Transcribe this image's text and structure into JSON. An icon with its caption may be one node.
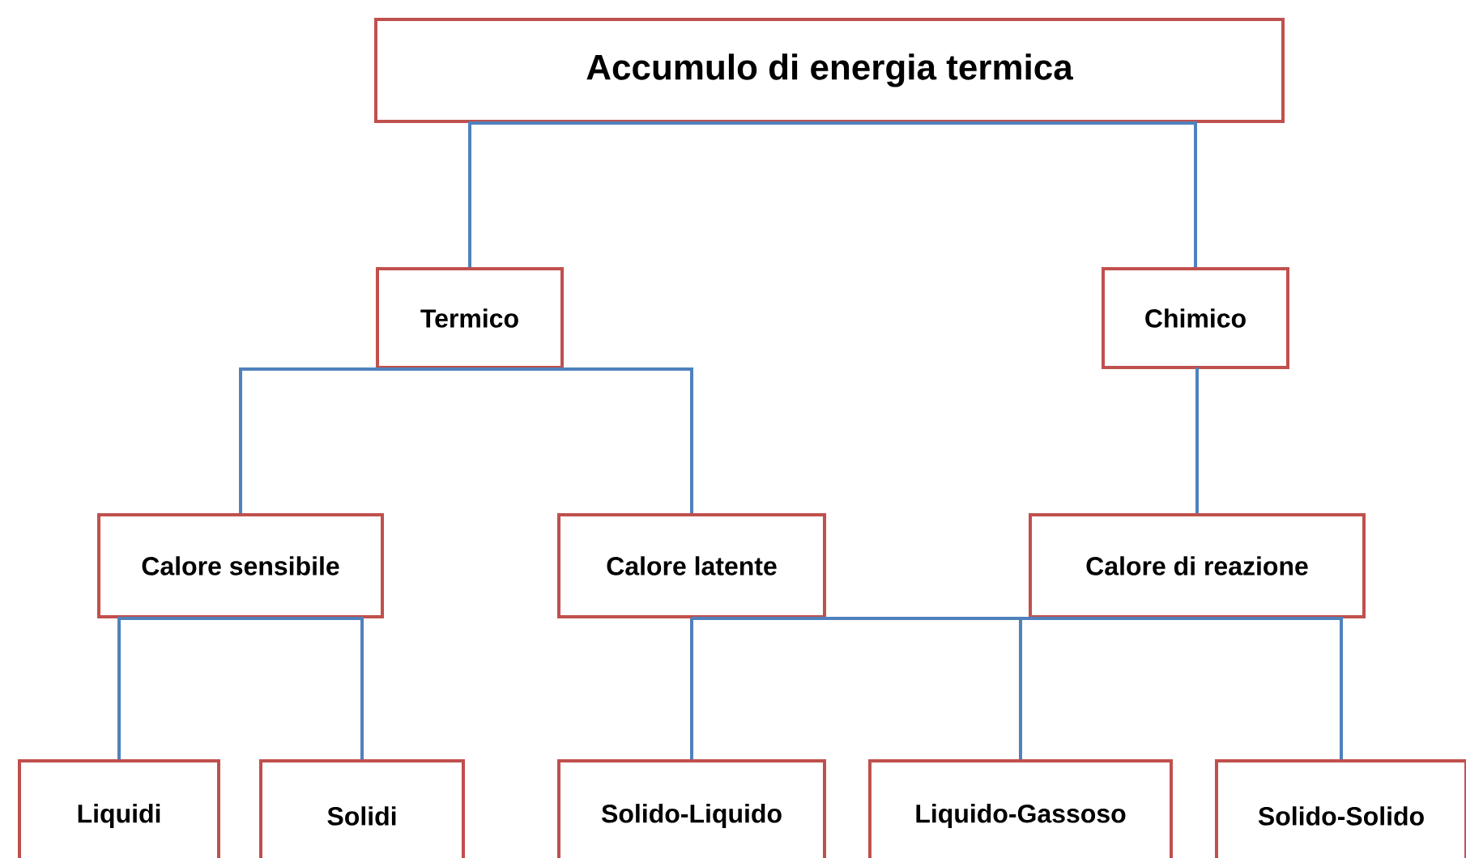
{
  "diagram": {
    "nodes": [
      {
        "text": [
          "Accumulo di energia termica"
        ]
      },
      {
        "text": [
          "Termico"
        ]
      },
      {
        "text": [
          "Chimico"
        ]
      },
      {
        "text": [
          "Calore sensibile"
        ]
      },
      {
        "text": [
          "Calore latente"
        ]
      },
      {
        "text": [
          "Calore di reazione"
        ]
      },
      {
        "text": [
          "Liquidi"
        ]
      },
      {
        "text": [
          "Solidi"
        ]
      },
      {
        "text": [
          "Solido-Liquido"
        ]
      },
      {
        "text": [
          "Liquido-Gassoso"
        ]
      },
      {
        "text": [
          "Solido-Solido"
        ]
      }
    ],
    "edges": [
      {
        "from": 0,
        "to": 1,
        "arrow": "none"
      },
      {
        "from": 0,
        "to": 2,
        "arrow": "none"
      },
      {
        "from": 1,
        "to": 3,
        "arrow": "none"
      },
      {
        "from": 1,
        "to": 4,
        "arrow": "none"
      },
      {
        "from": 2,
        "to": 5,
        "arrow": "none"
      },
      {
        "from": 3,
        "to": 6,
        "arrow": "none"
      },
      {
        "from": 3,
        "to": 7,
        "arrow": "none"
      },
      {
        "from": 4,
        "to": 8,
        "arrow": "none"
      },
      {
        "from": 4,
        "to": 9,
        "arrow": "none"
      },
      {
        "from": 4,
        "to": 10,
        "arrow": "none"
      }
    ]
  }
}
